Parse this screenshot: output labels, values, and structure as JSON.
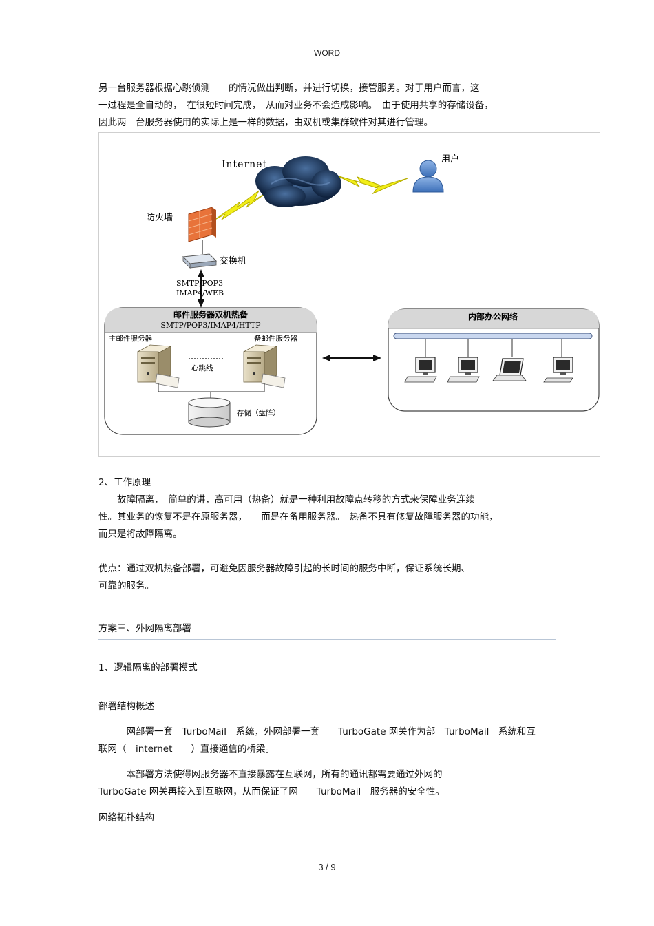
{
  "header": {
    "title": "WORD"
  },
  "intro_lines": [
    "另一台服务器根据心跳侦测　　的情况做出判断，并进行切换，接管服务。对于用户而言，这",
    "一过程是全自动的，　在很短时间完成，　从而对业务不会造成影响。　由于使用共享的存储设备，",
    "因此两　台服务器使用的实际上是一样的数据，由双机或集群软件对其进行管理。"
  ],
  "diagram": {
    "internet_label": "Internet",
    "user_label": "用户",
    "firewall_label": "防火墙",
    "switch_label": "交换机",
    "protocols_line1": "SMTP/POP3",
    "protocols_line2": "IMAP4/WEB",
    "cluster_title_line1": "邮件服务器双机热备",
    "cluster_title_line2": "SMTP/POP3/IMAP4/HTTP",
    "primary_server_label": "主邮件服务器",
    "backup_server_label": "备邮件服务器",
    "heartbeat_label": "心跳线",
    "storage_label": "存储（盘阵）",
    "office_network_label": "内部办公网络"
  },
  "section_2": {
    "heading": "2、工作原理",
    "para1_lines": [
      "　　故障隔离，　简单的讲，高可用（热备）就是一种利用故障点转移的方式来保障业务连续",
      "性。其业务的恢复不是在原服务器，　　而是在备用服务器。　热备不具有修复故障服务器的功能，",
      "而只是将故障隔离。"
    ],
    "advantage_lines": [
      "优点：通过双机热备部署，可避免因服务器故障引起的长时间的服务中断，保证系统长期、",
      "可靠的服务。"
    ]
  },
  "section_3": {
    "heading": "方案三、外网隔离部署",
    "subheading": "1、逻辑隔离的部署模式",
    "structure_heading": "部署结构概述",
    "para1_lines": [
      "　　　网部署一套　TurboMail　系统，外网部署一套　　TurboGate 网关作为部　TurboMail　系统和互",
      "联网（　internet　　）直接通信的桥梁。"
    ],
    "para2_lines": [
      "　　　本部署方法使得网服务器不直接暴露在互联网，所有的通讯都需要通过外网的",
      "TurboGate 网关再接入到互联网，从而保证了网　　TurboMail　服务器的安全性。"
    ],
    "topology_heading": "网络拓扑结构"
  },
  "footer": {
    "page": "3 / 9"
  }
}
